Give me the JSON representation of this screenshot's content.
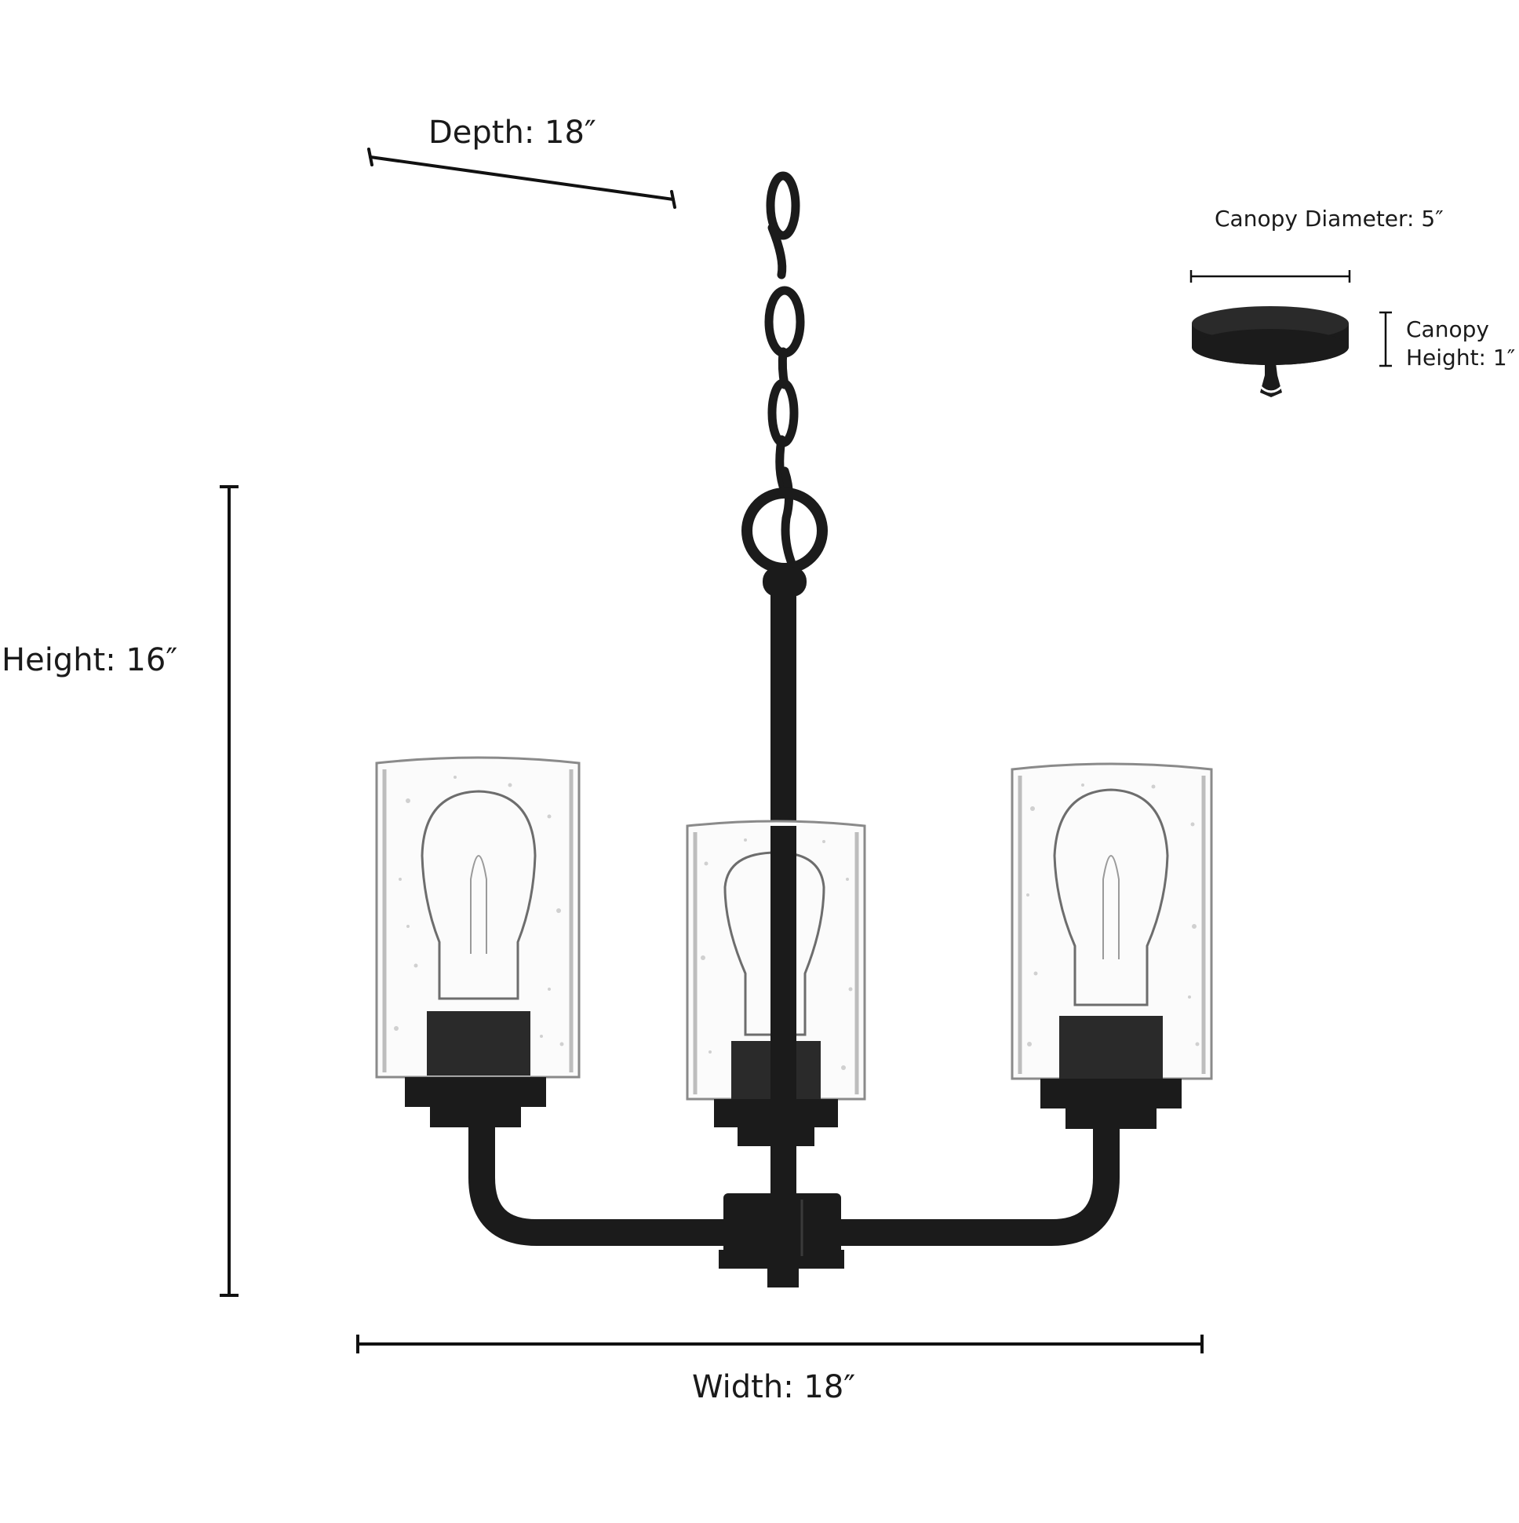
{
  "dimensions": {
    "depth": "Depth: 18″",
    "height": "Height: 16″",
    "width": "Width: 18″",
    "canopy_diameter": "Canopy Diameter: 5″",
    "canopy_height_line1": "Canopy",
    "canopy_height_line2": "Height: 1″"
  },
  "colors": {
    "fixture": "#1b1b1b",
    "line": "#111111",
    "glass_edge": "#8a8a8a",
    "bulb": "#6d6d6d"
  }
}
